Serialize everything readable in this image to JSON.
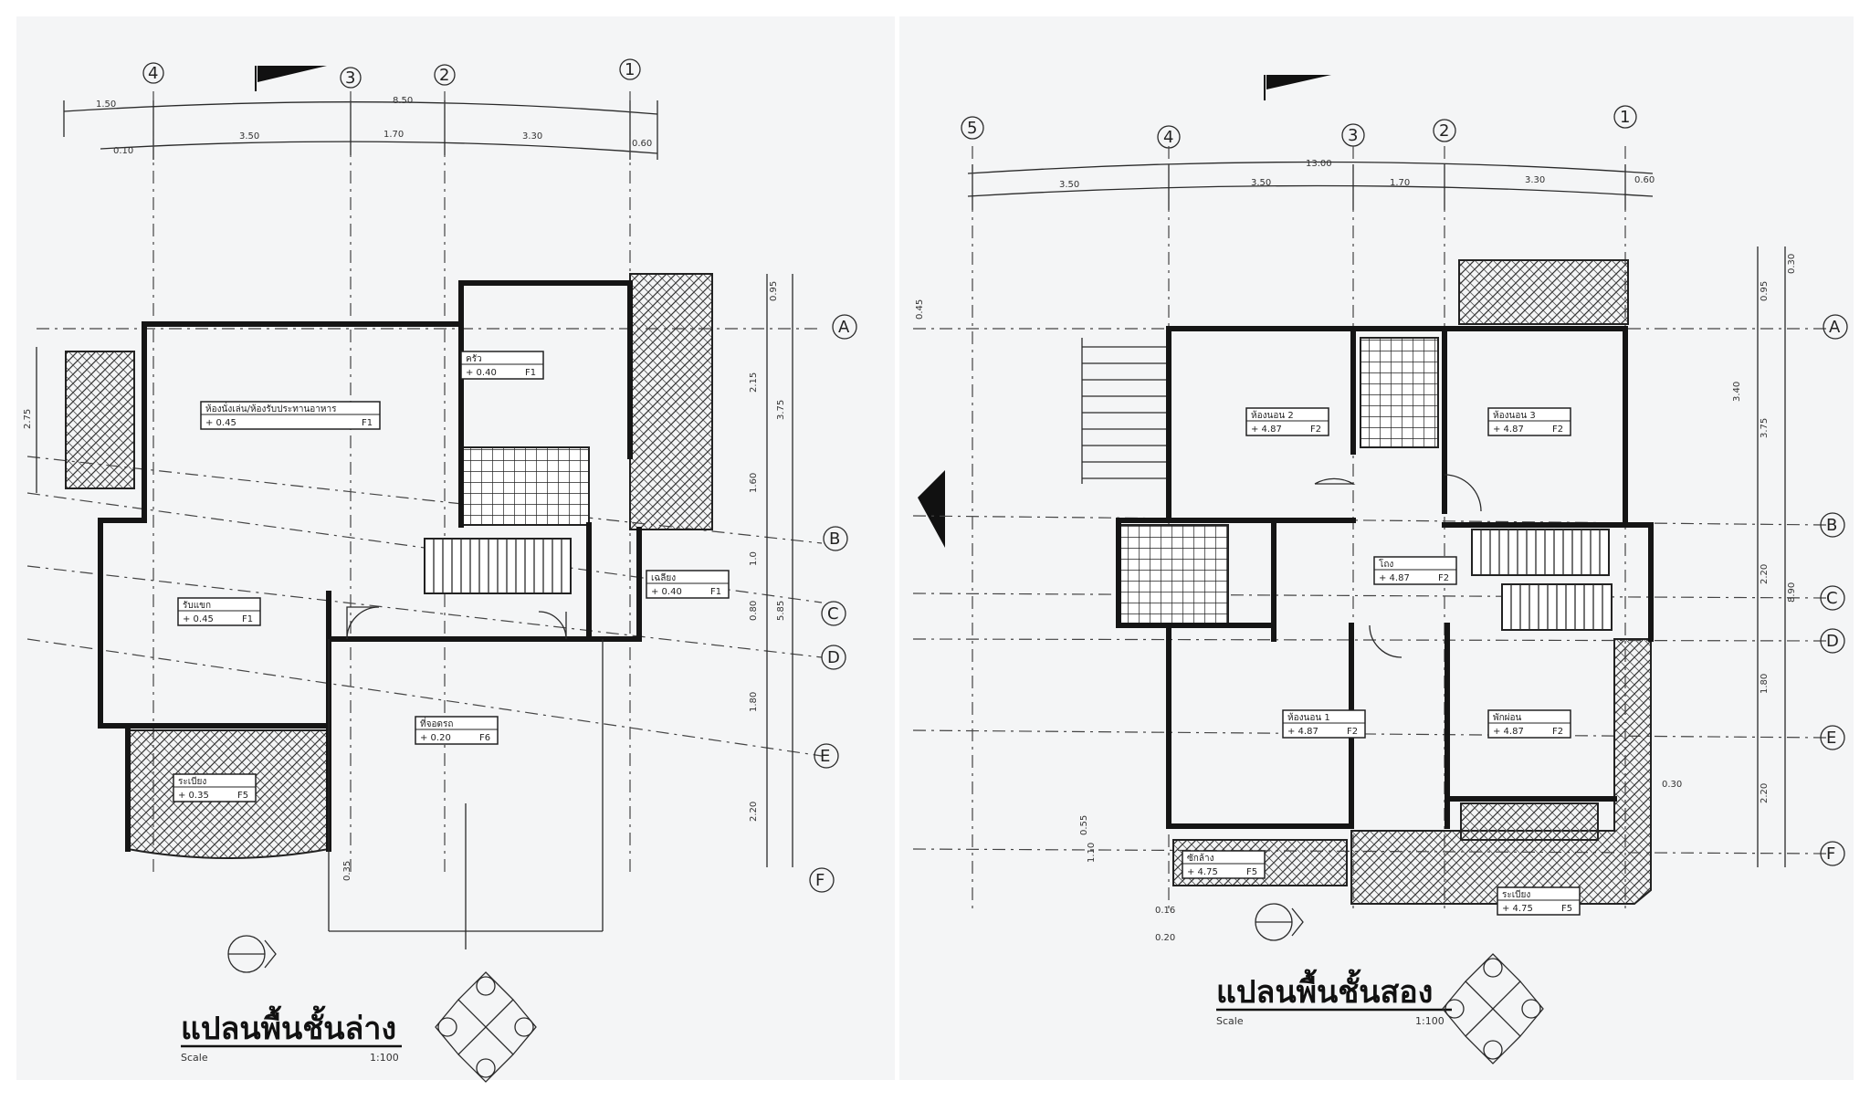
{
  "plans": [
    {
      "id": "ground",
      "title": "แปลนพื้นชั้นล่าง",
      "scale_label": "Scale",
      "scale": "1:100",
      "top_axes": [
        "4",
        "3",
        "2",
        "1"
      ],
      "side_axes": [
        "A",
        "B",
        "C",
        "D",
        "E",
        "F"
      ],
      "top_dims": [
        "1.50",
        "8.50",
        "3.50",
        "1.70",
        "3.30",
        "0.60",
        "0.10"
      ],
      "side_dims": [
        "0.95",
        "2.15",
        "3.75",
        "1.60",
        "1.0",
        "0.80",
        "5.85",
        "1.80",
        "2.20",
        "2.75",
        "0.35"
      ],
      "rooms": [
        {
          "name": "ห้องนั่งเล่น/ห้องรับประทานอาหาร",
          "level": "+ 0.45",
          "code": "F1"
        },
        {
          "name": "ครัว",
          "level": "+ 0.40",
          "code": "F1"
        },
        {
          "name": "รับแขก",
          "level": "+ 0.45",
          "code": "F1"
        },
        {
          "name": "เฉลียง",
          "level": "+ 0.40",
          "code": "F1"
        },
        {
          "name": "ที่จอดรถ",
          "level": "+ 0.20",
          "code": "F6"
        },
        {
          "name": "ระเบียง",
          "level": "+ 0.35",
          "code": "F5"
        }
      ]
    },
    {
      "id": "upper",
      "title": "แปลนพื้นชั้นสอง",
      "scale_label": "Scale",
      "scale": "1:100",
      "top_axes": [
        "5",
        "4",
        "3",
        "2",
        "1"
      ],
      "side_axes": [
        "A",
        "B",
        "C",
        "D",
        "E",
        "F"
      ],
      "top_dims": [
        "13.00",
        "3.50",
        "3.50",
        "1.70",
        "3.30",
        "0.60"
      ],
      "side_dims": [
        "0.30",
        "0.95",
        "3.40",
        "3.75",
        "2.20",
        "8.90",
        "1.80",
        "2.20",
        "0.45",
        "0.55",
        "1.10",
        "0.16",
        "0.20",
        "0.30"
      ],
      "rooms": [
        {
          "name": "ห้องนอน 2",
          "level": "+ 4.87",
          "code": "F2"
        },
        {
          "name": "ห้องนอน 3",
          "level": "+ 4.87",
          "code": "F2"
        },
        {
          "name": "โถง",
          "level": "+ 4.87",
          "code": "F2"
        },
        {
          "name": "ห้องนอน 1",
          "level": "+ 4.87",
          "code": "F2"
        },
        {
          "name": "พักผ่อน",
          "level": "+ 4.87",
          "code": "F2"
        },
        {
          "name": "ระเบียง",
          "level": "+ 4.75",
          "code": "F5"
        },
        {
          "name": "ซักล้าง",
          "level": "+ 4.75",
          "code": "F5"
        }
      ]
    }
  ]
}
